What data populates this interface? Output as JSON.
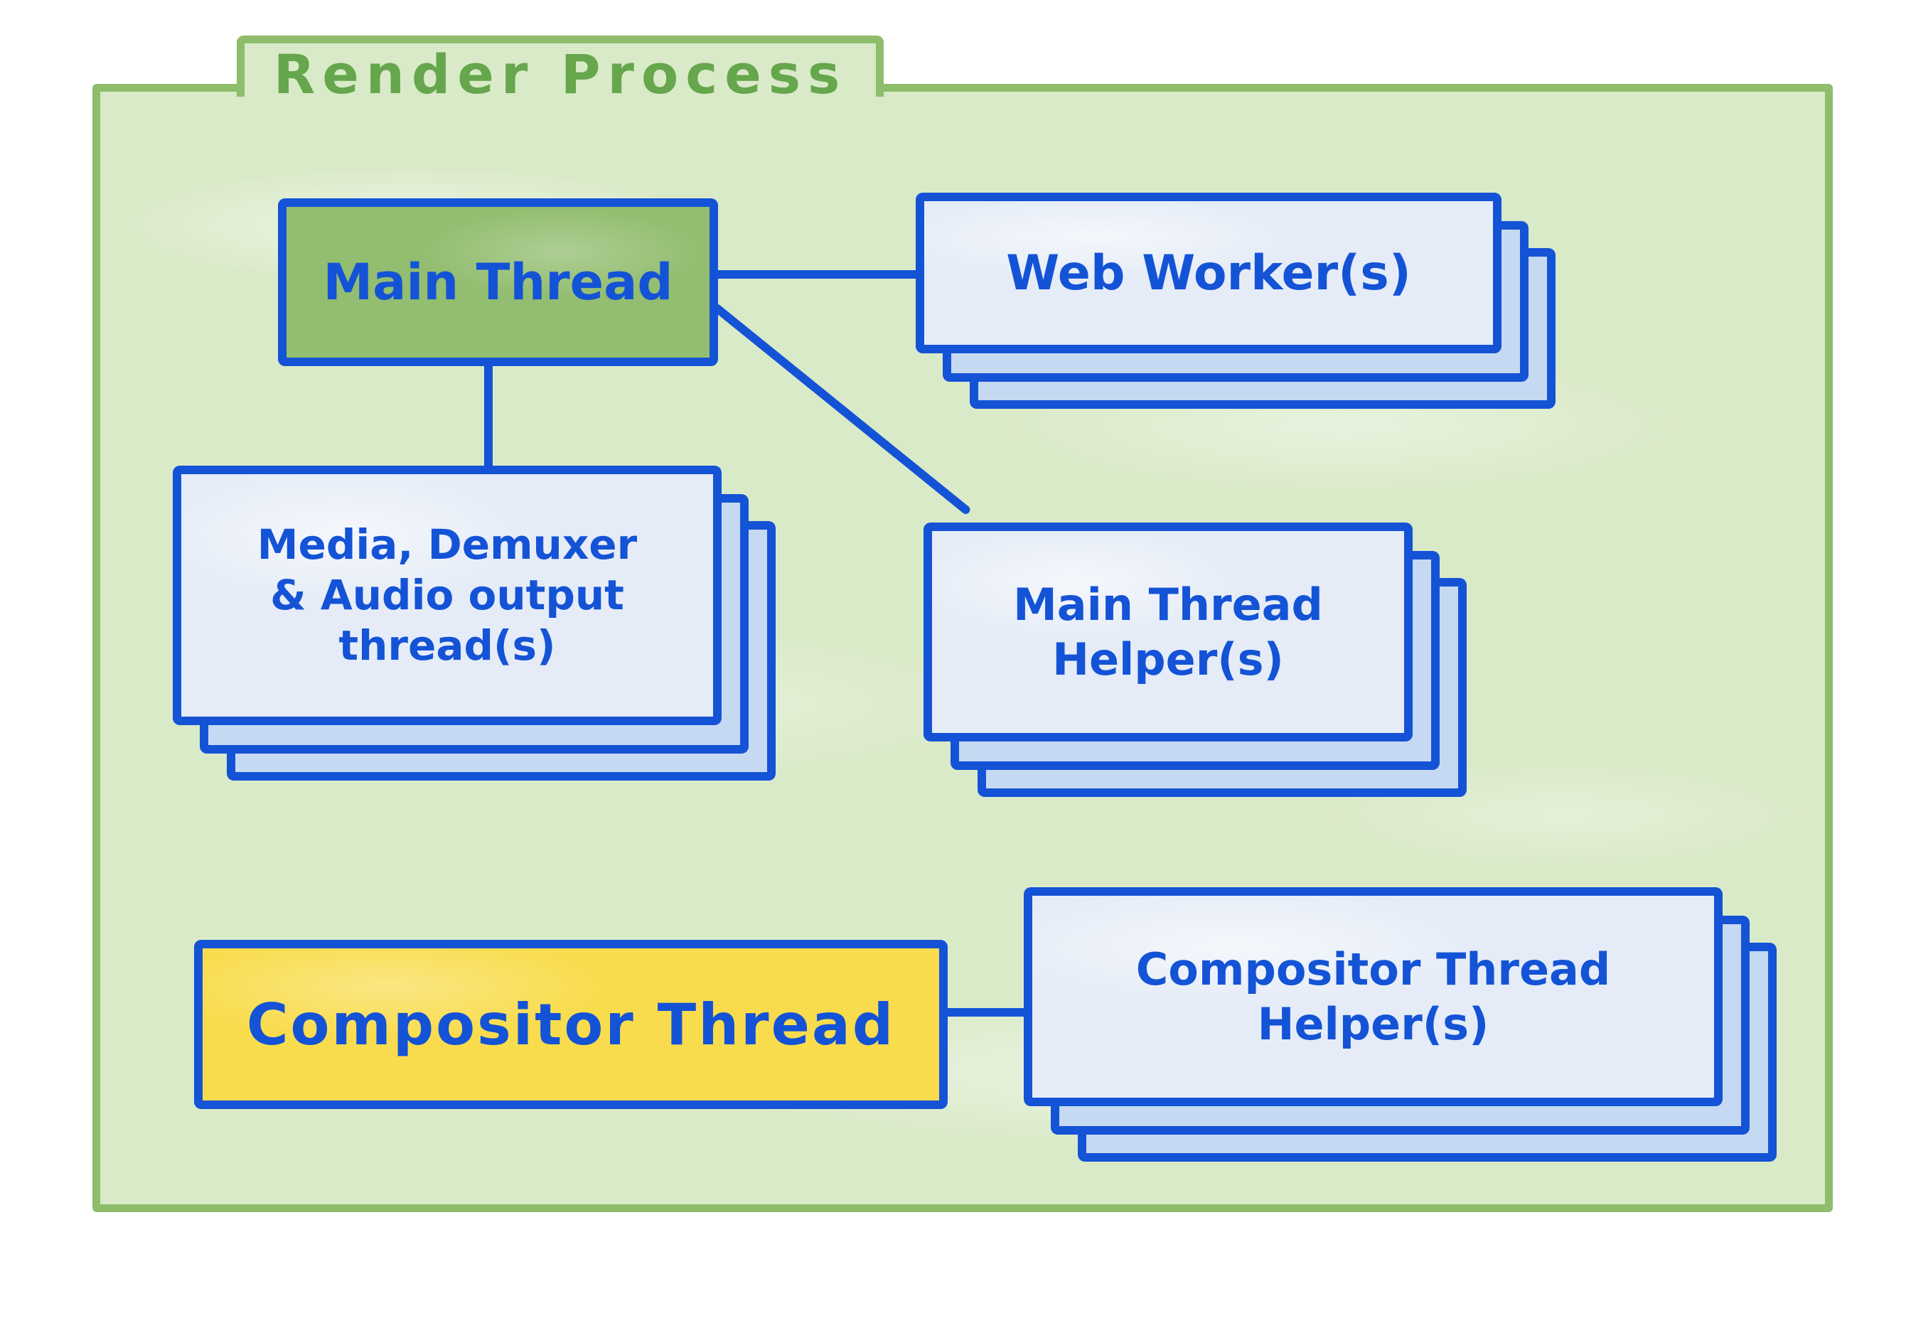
{
  "diagram": {
    "title": "Render Process",
    "nodes": {
      "main_thread": {
        "label": "Main Thread"
      },
      "web_workers": {
        "label": "Web Worker(s)"
      },
      "media_threads": {
        "line1": "Media, Demuxer",
        "line2": "& Audio output",
        "line3": "thread(s)"
      },
      "main_thread_helpers": {
        "line1": "Main Thread",
        "line2": "Helper(s)"
      },
      "compositor_thread": {
        "label": "Compositor Thread"
      },
      "compositor_thread_helpers": {
        "line1": "Compositor Thread",
        "line2": "Helper(s)"
      }
    },
    "connections": [
      {
        "from": "main_thread",
        "to": "web_workers"
      },
      {
        "from": "main_thread",
        "to": "media_threads"
      },
      {
        "from": "main_thread",
        "to": "main_thread_helpers"
      },
      {
        "from": "compositor_thread",
        "to": "compositor_thread_helpers"
      }
    ],
    "colors": {
      "container_fill": "#d9eac8",
      "container_border": "#8ebd6c",
      "title_text": "#66a64c",
      "line_blue": "#1453d6",
      "card_front_fill": "#e5ecf7",
      "card_back_fill": "#c6d9f2",
      "main_thread_fill": "#93bd70",
      "compositor_fill": "#f9dc4d"
    }
  }
}
